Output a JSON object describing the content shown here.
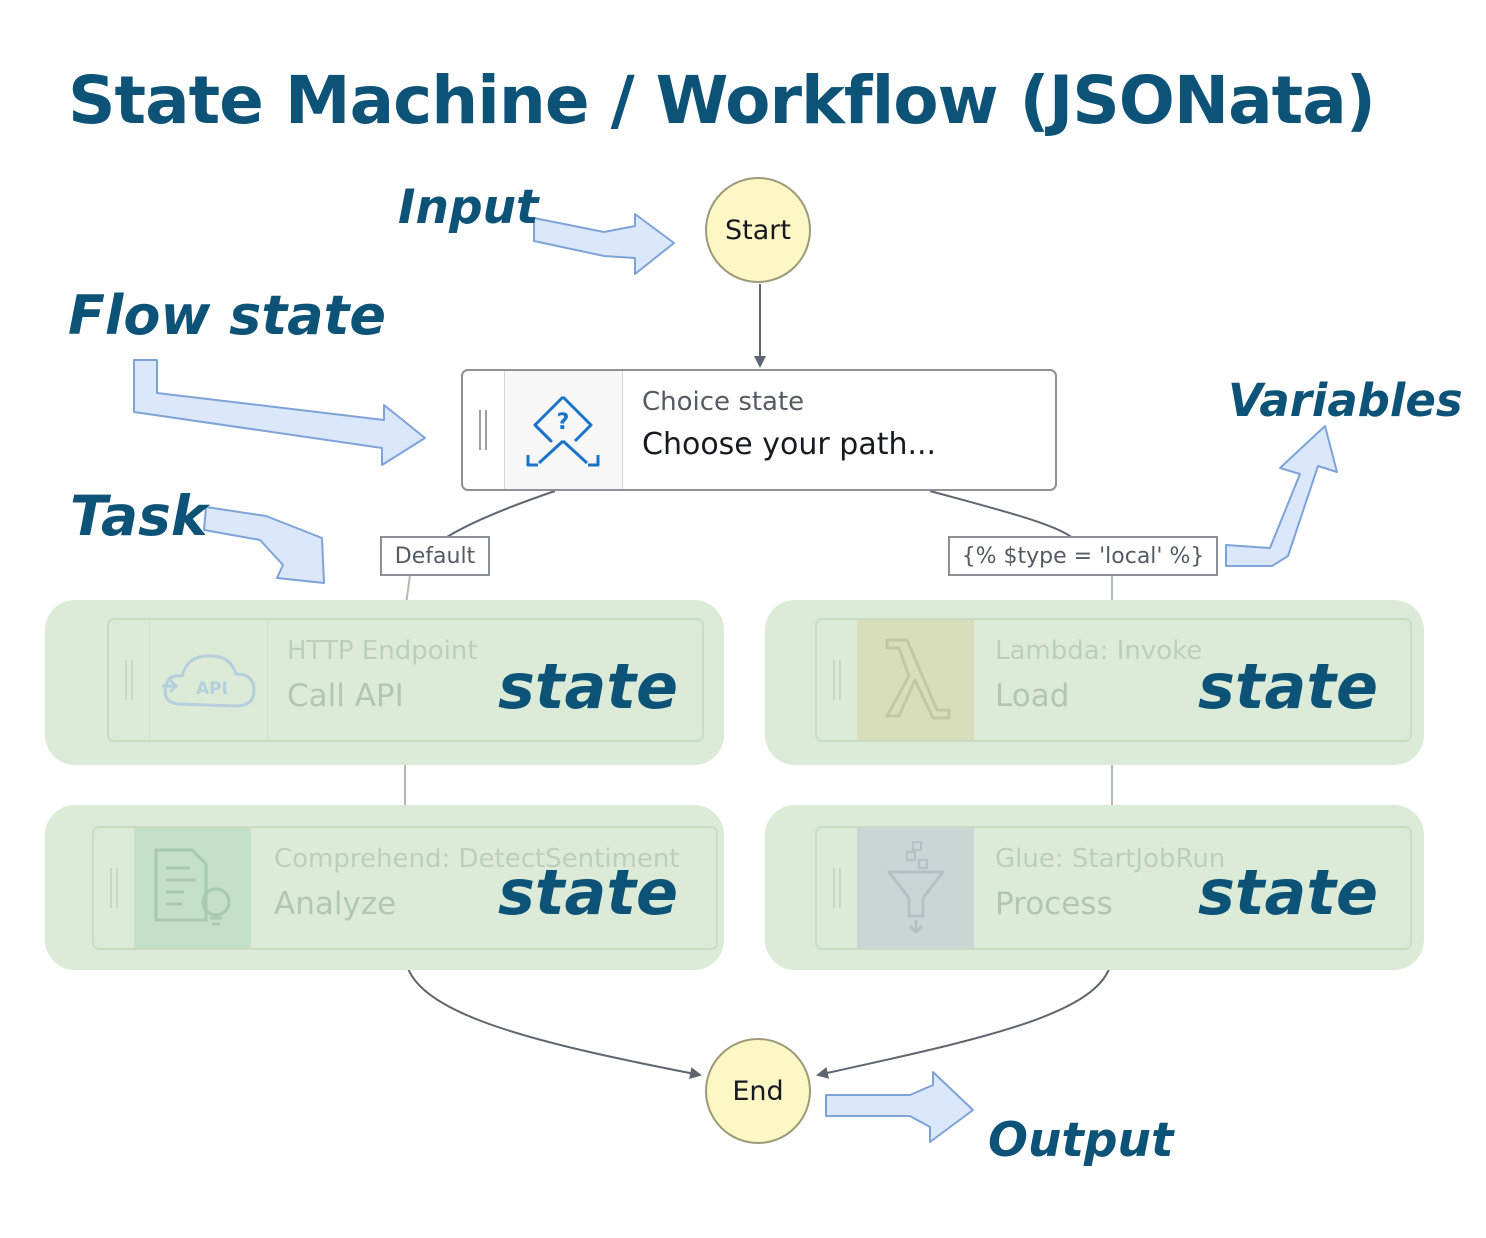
{
  "title": "State Machine / Workflow (JSONata)",
  "annotations": {
    "input": "Input",
    "flow_state": "Flow state",
    "task": "Task",
    "variables": "Variables",
    "output": "Output"
  },
  "start": {
    "label": "Start"
  },
  "end": {
    "label": "End"
  },
  "choice": {
    "type": "Choice state",
    "name": "Choose your path..."
  },
  "edges": {
    "default_label": "Default",
    "condition_label": "{% $type =  'local'  %}"
  },
  "tasks": {
    "http": {
      "type": "HTTP Endpoint",
      "name": "Call API",
      "icon": "api-cloud-icon",
      "overlay": "state",
      "icon_text": "API"
    },
    "comprehend": {
      "type": "Comprehend: DetectSentiment",
      "name": "Analyze",
      "icon": "document-lightbulb-icon",
      "overlay": "state"
    },
    "lambda": {
      "type": "Lambda: Invoke",
      "name": "Load",
      "icon": "lambda-icon",
      "overlay": "state"
    },
    "glue": {
      "type": "Glue: StartJobRun",
      "name": "Process",
      "icon": "funnel-icon",
      "overlay": "state"
    }
  },
  "colors": {
    "title": "#0d5277",
    "arrow_fill": "#dbe8fb",
    "arrow_stroke": "#7ea3d8",
    "terminal_fill": "#fdf7c5",
    "group_fill": "#dcebd8",
    "choice_icon": "#1a73c8"
  }
}
